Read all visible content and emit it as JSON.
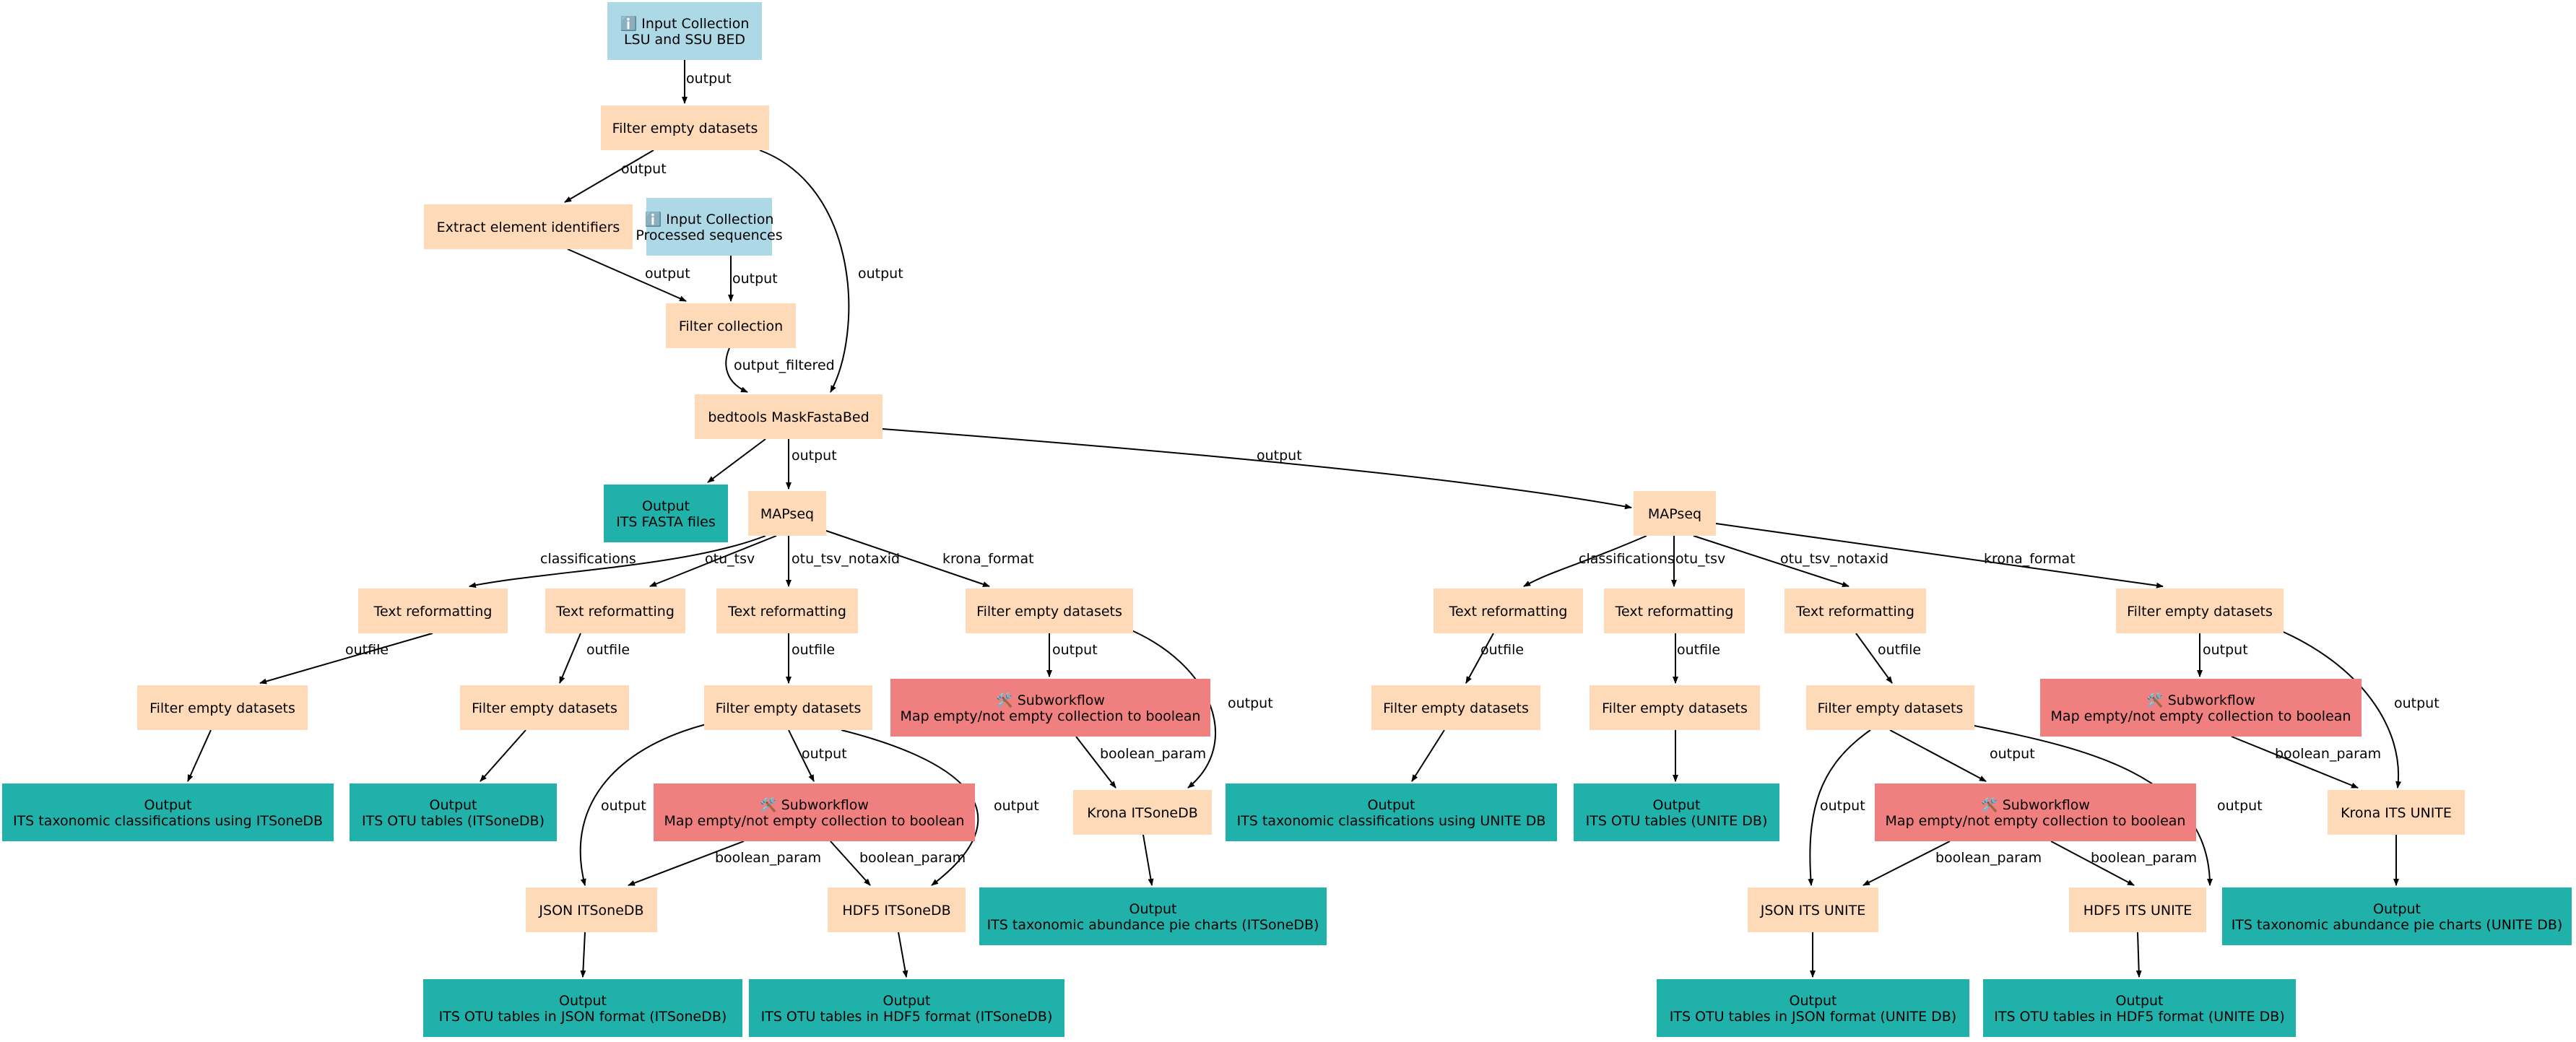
{
  "colors": {
    "input": "#add8e6",
    "tool": "#ffdab9",
    "subworkflow": "#f08080",
    "output": "#20b2aa",
    "edge": "#000000"
  },
  "nodes": [
    {
      "id": "in_lsu",
      "kind": "input",
      "icon": "info-icon",
      "lines": [
        "ℹ️ Input Collection",
        "LSU and SSU BED"
      ]
    },
    {
      "id": "filter1",
      "kind": "tool",
      "lines": [
        "Filter empty datasets"
      ]
    },
    {
      "id": "extract",
      "kind": "tool",
      "lines": [
        "Extract element identifiers"
      ]
    },
    {
      "id": "in_proc",
      "kind": "input",
      "icon": "info-icon",
      "lines": [
        "ℹ️ Input Collection",
        "Processed sequences"
      ]
    },
    {
      "id": "filtercoll",
      "kind": "tool",
      "lines": [
        "Filter collection"
      ]
    },
    {
      "id": "bedtools",
      "kind": "tool",
      "lines": [
        "bedtools MaskFastaBed"
      ]
    },
    {
      "id": "out_fasta",
      "kind": "output",
      "lines": [
        "Output",
        "ITS FASTA files"
      ]
    },
    {
      "id": "mapseq1",
      "kind": "tool",
      "lines": [
        "MAPseq"
      ]
    },
    {
      "id": "mapseq2",
      "kind": "tool",
      "lines": [
        "MAPseq"
      ]
    },
    {
      "id": "tr1a",
      "kind": "tool",
      "lines": [
        "Text reformatting"
      ]
    },
    {
      "id": "tr1b",
      "kind": "tool",
      "lines": [
        "Text reformatting"
      ]
    },
    {
      "id": "tr1c",
      "kind": "tool",
      "lines": [
        "Text reformatting"
      ]
    },
    {
      "id": "fe1d",
      "kind": "tool",
      "lines": [
        "Filter empty datasets"
      ]
    },
    {
      "id": "fe1a",
      "kind": "tool",
      "lines": [
        "Filter empty datasets"
      ]
    },
    {
      "id": "fe1b",
      "kind": "tool",
      "lines": [
        "Filter empty datasets"
      ]
    },
    {
      "id": "fe1c",
      "kind": "tool",
      "lines": [
        "Filter empty datasets"
      ]
    },
    {
      "id": "sub1d",
      "kind": "subworkflow",
      "icon": "wrench-icon",
      "lines": [
        "🛠️ Subworkflow",
        "Map empty/not empty collection to boolean"
      ]
    },
    {
      "id": "sub1c",
      "kind": "subworkflow",
      "icon": "wrench-icon",
      "lines": [
        "🛠️ Subworkflow",
        "Map empty/not empty collection to boolean"
      ]
    },
    {
      "id": "krona1",
      "kind": "tool",
      "lines": [
        "Krona ITSoneDB"
      ]
    },
    {
      "id": "json1",
      "kind": "tool",
      "lines": [
        "JSON ITSoneDB"
      ]
    },
    {
      "id": "hdf1",
      "kind": "tool",
      "lines": [
        "HDF5 ITSoneDB"
      ]
    },
    {
      "id": "out_tax1",
      "kind": "output",
      "lines": [
        "Output",
        "ITS taxonomic classifications using ITSoneDB"
      ]
    },
    {
      "id": "out_otu1",
      "kind": "output",
      "lines": [
        "Output",
        "ITS OTU tables (ITSoneDB)"
      ]
    },
    {
      "id": "out_pie1",
      "kind": "output",
      "lines": [
        "Output",
        "ITS taxonomic abundance pie charts (ITSoneDB)"
      ]
    },
    {
      "id": "out_json1",
      "kind": "output",
      "lines": [
        "Output",
        "ITS OTU tables in JSON format (ITSoneDB)"
      ]
    },
    {
      "id": "out_hdf1",
      "kind": "output",
      "lines": [
        "Output",
        "ITS OTU tables in HDF5 format (ITSoneDB)"
      ]
    },
    {
      "id": "tr2a",
      "kind": "tool",
      "lines": [
        "Text reformatting"
      ]
    },
    {
      "id": "tr2b",
      "kind": "tool",
      "lines": [
        "Text reformatting"
      ]
    },
    {
      "id": "tr2c",
      "kind": "tool",
      "lines": [
        "Text reformatting"
      ]
    },
    {
      "id": "fe2d",
      "kind": "tool",
      "lines": [
        "Filter empty datasets"
      ]
    },
    {
      "id": "fe2a",
      "kind": "tool",
      "lines": [
        "Filter empty datasets"
      ]
    },
    {
      "id": "fe2b",
      "kind": "tool",
      "lines": [
        "Filter empty datasets"
      ]
    },
    {
      "id": "fe2c",
      "kind": "tool",
      "lines": [
        "Filter empty datasets"
      ]
    },
    {
      "id": "sub2d",
      "kind": "subworkflow",
      "icon": "wrench-icon",
      "lines": [
        "🛠️ Subworkflow",
        "Map empty/not empty collection to boolean"
      ]
    },
    {
      "id": "sub2c",
      "kind": "subworkflow",
      "icon": "wrench-icon",
      "lines": [
        "🛠️ Subworkflow",
        "Map empty/not empty collection to boolean"
      ]
    },
    {
      "id": "krona2",
      "kind": "tool",
      "lines": [
        "Krona ITS UNITE"
      ]
    },
    {
      "id": "json2",
      "kind": "tool",
      "lines": [
        "JSON ITS UNITE"
      ]
    },
    {
      "id": "hdf2",
      "kind": "tool",
      "lines": [
        "HDF5 ITS UNITE"
      ]
    },
    {
      "id": "out_tax2",
      "kind": "output",
      "lines": [
        "Output",
        "ITS taxonomic classifications using UNITE DB"
      ]
    },
    {
      "id": "out_otu2",
      "kind": "output",
      "lines": [
        "Output",
        "ITS OTU tables (UNITE DB)"
      ]
    },
    {
      "id": "out_pie2",
      "kind": "output",
      "lines": [
        "Output",
        "ITS taxonomic abundance pie charts (UNITE DB)"
      ]
    },
    {
      "id": "out_json2",
      "kind": "output",
      "lines": [
        "Output",
        "ITS OTU tables in JSON format (UNITE DB)"
      ]
    },
    {
      "id": "out_hdf2",
      "kind": "output",
      "lines": [
        "Output",
        "ITS OTU tables in HDF5 format (UNITE DB)"
      ]
    }
  ],
  "edges": [
    {
      "id": "e1",
      "from": "in_lsu",
      "to": "filter1",
      "label": "output"
    },
    {
      "id": "e2",
      "from": "filter1",
      "to": "extract",
      "label": "output"
    },
    {
      "id": "e3",
      "from": "filter1",
      "to": "bedtools",
      "label": "output"
    },
    {
      "id": "e4",
      "from": "extract",
      "to": "filtercoll",
      "label": "output"
    },
    {
      "id": "e5",
      "from": "in_proc",
      "to": "filtercoll",
      "label": "output"
    },
    {
      "id": "e6",
      "from": "filtercoll",
      "to": "bedtools",
      "label": "output_filtered"
    },
    {
      "id": "e7",
      "from": "bedtools",
      "to": "out_fasta",
      "label": ""
    },
    {
      "id": "e8",
      "from": "bedtools",
      "to": "mapseq1",
      "label": "output"
    },
    {
      "id": "e9",
      "from": "bedtools",
      "to": "mapseq2",
      "label": "output"
    },
    {
      "id": "e10",
      "from": "mapseq1",
      "to": "tr1a",
      "label": "classifications"
    },
    {
      "id": "e11",
      "from": "mapseq1",
      "to": "tr1b",
      "label": "otu_tsv"
    },
    {
      "id": "e12",
      "from": "mapseq1",
      "to": "tr1c",
      "label": "otu_tsv_notaxid"
    },
    {
      "id": "e13",
      "from": "mapseq1",
      "to": "fe1d",
      "label": "krona_format"
    },
    {
      "id": "e14",
      "from": "tr1a",
      "to": "fe1a",
      "label": "outfile"
    },
    {
      "id": "e15",
      "from": "tr1b",
      "to": "fe1b",
      "label": "outfile"
    },
    {
      "id": "e16",
      "from": "tr1c",
      "to": "fe1c",
      "label": "outfile"
    },
    {
      "id": "e17",
      "from": "fe1d",
      "to": "sub1d",
      "label": "output"
    },
    {
      "id": "e18",
      "from": "fe1d",
      "to": "krona1",
      "label": "output"
    },
    {
      "id": "e19",
      "from": "sub1d",
      "to": "krona1",
      "label": "boolean_param"
    },
    {
      "id": "e20",
      "from": "fe1a",
      "to": "out_tax1",
      "label": ""
    },
    {
      "id": "e21",
      "from": "fe1b",
      "to": "out_otu1",
      "label": ""
    },
    {
      "id": "e22",
      "from": "fe1c",
      "to": "json1",
      "label": "output"
    },
    {
      "id": "e23",
      "from": "fe1c",
      "to": "sub1c",
      "label": "output"
    },
    {
      "id": "e24",
      "from": "fe1c",
      "to": "hdf1",
      "label": "output"
    },
    {
      "id": "e25",
      "from": "sub1c",
      "to": "json1",
      "label": "boolean_param"
    },
    {
      "id": "e26",
      "from": "sub1c",
      "to": "hdf1",
      "label": "boolean_param"
    },
    {
      "id": "e27",
      "from": "krona1",
      "to": "out_pie1",
      "label": ""
    },
    {
      "id": "e28",
      "from": "json1",
      "to": "out_json1",
      "label": ""
    },
    {
      "id": "e29",
      "from": "hdf1",
      "to": "out_hdf1",
      "label": ""
    },
    {
      "id": "e30",
      "from": "mapseq2",
      "to": "tr2a",
      "label": "classifications"
    },
    {
      "id": "e31",
      "from": "mapseq2",
      "to": "tr2b",
      "label": "otu_tsv"
    },
    {
      "id": "e32",
      "from": "mapseq2",
      "to": "tr2c",
      "label": "otu_tsv_notaxid"
    },
    {
      "id": "e33",
      "from": "mapseq2",
      "to": "fe2d",
      "label": "krona_format"
    },
    {
      "id": "e34",
      "from": "tr2a",
      "to": "fe2a",
      "label": "outfile"
    },
    {
      "id": "e35",
      "from": "tr2b",
      "to": "fe2b",
      "label": "outfile"
    },
    {
      "id": "e36",
      "from": "tr2c",
      "to": "fe2c",
      "label": "outfile"
    },
    {
      "id": "e37",
      "from": "fe2d",
      "to": "sub2d",
      "label": "output"
    },
    {
      "id": "e38",
      "from": "fe2d",
      "to": "krona2",
      "label": "output"
    },
    {
      "id": "e39",
      "from": "sub2d",
      "to": "krona2",
      "label": "boolean_param"
    },
    {
      "id": "e40",
      "from": "fe2a",
      "to": "out_tax2",
      "label": ""
    },
    {
      "id": "e41",
      "from": "fe2b",
      "to": "out_otu2",
      "label": ""
    },
    {
      "id": "e42",
      "from": "fe2c",
      "to": "json2",
      "label": "output"
    },
    {
      "id": "e43",
      "from": "fe2c",
      "to": "sub2c",
      "label": "output"
    },
    {
      "id": "e44",
      "from": "fe2c",
      "to": "hdf2",
      "label": "output"
    },
    {
      "id": "e45",
      "from": "sub2c",
      "to": "json2",
      "label": "boolean_param"
    },
    {
      "id": "e46",
      "from": "sub2c",
      "to": "hdf2",
      "label": "boolean_param"
    },
    {
      "id": "e47",
      "from": "krona2",
      "to": "out_pie2",
      "label": ""
    },
    {
      "id": "e48",
      "from": "json2",
      "to": "out_json2",
      "label": ""
    },
    {
      "id": "e49",
      "from": "hdf2",
      "to": "out_hdf2",
      "label": ""
    }
  ]
}
